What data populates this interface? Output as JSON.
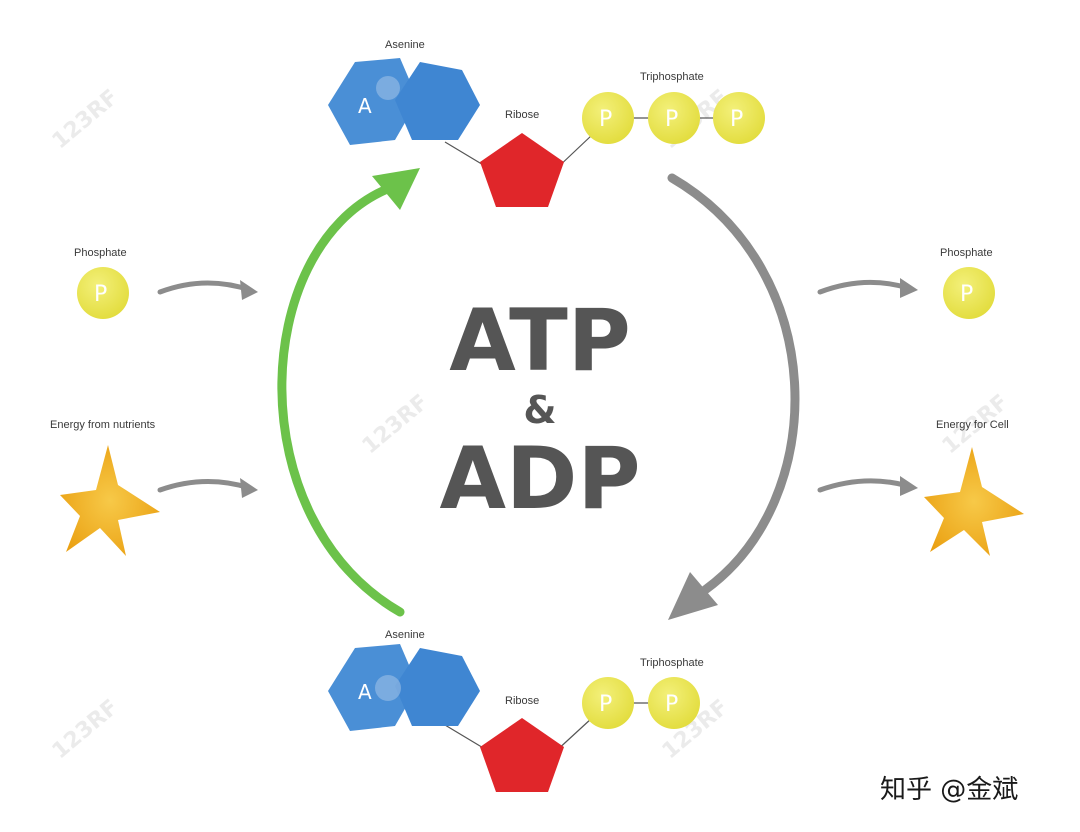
{
  "title_top": "ATP",
  "title_mid": "&",
  "title_bottom": "ADP",
  "top_molecule": {
    "adenine_label": "Asenine",
    "adenine_letter": "A",
    "ribose_label": "Ribose",
    "phosphate_label": "Triphosphate",
    "phosphate_letters": [
      "P",
      "P",
      "P"
    ]
  },
  "bottom_molecule": {
    "adenine_label": "Asenine",
    "adenine_letter": "A",
    "ribose_label": "Ribose",
    "phosphate_label": "Triphosphate",
    "phosphate_letters": [
      "P",
      "P"
    ]
  },
  "left_inputs": {
    "phosphate_label": "Phosphate",
    "phosphate_letter": "P",
    "energy_label": "Energy from nutrients"
  },
  "right_outputs": {
    "phosphate_label": "Phosphate",
    "phosphate_letter": "P",
    "energy_label": "Energy for Cell"
  },
  "watermark": "123RF",
  "credit": "知乎 @金斌",
  "colors": {
    "adenine": "#4a8fd6",
    "ribose": "#e0262a",
    "phosphate": "#e8e34a",
    "star": "#f2b21c",
    "green_arrow": "#6cc24a",
    "gray_arrow": "#8c8c8c",
    "title": "#555555"
  },
  "icons": [
    "hexagon-icon",
    "pentagon-icon",
    "phosphate-circle-icon",
    "star-burst-icon",
    "arrow-icon"
  ]
}
